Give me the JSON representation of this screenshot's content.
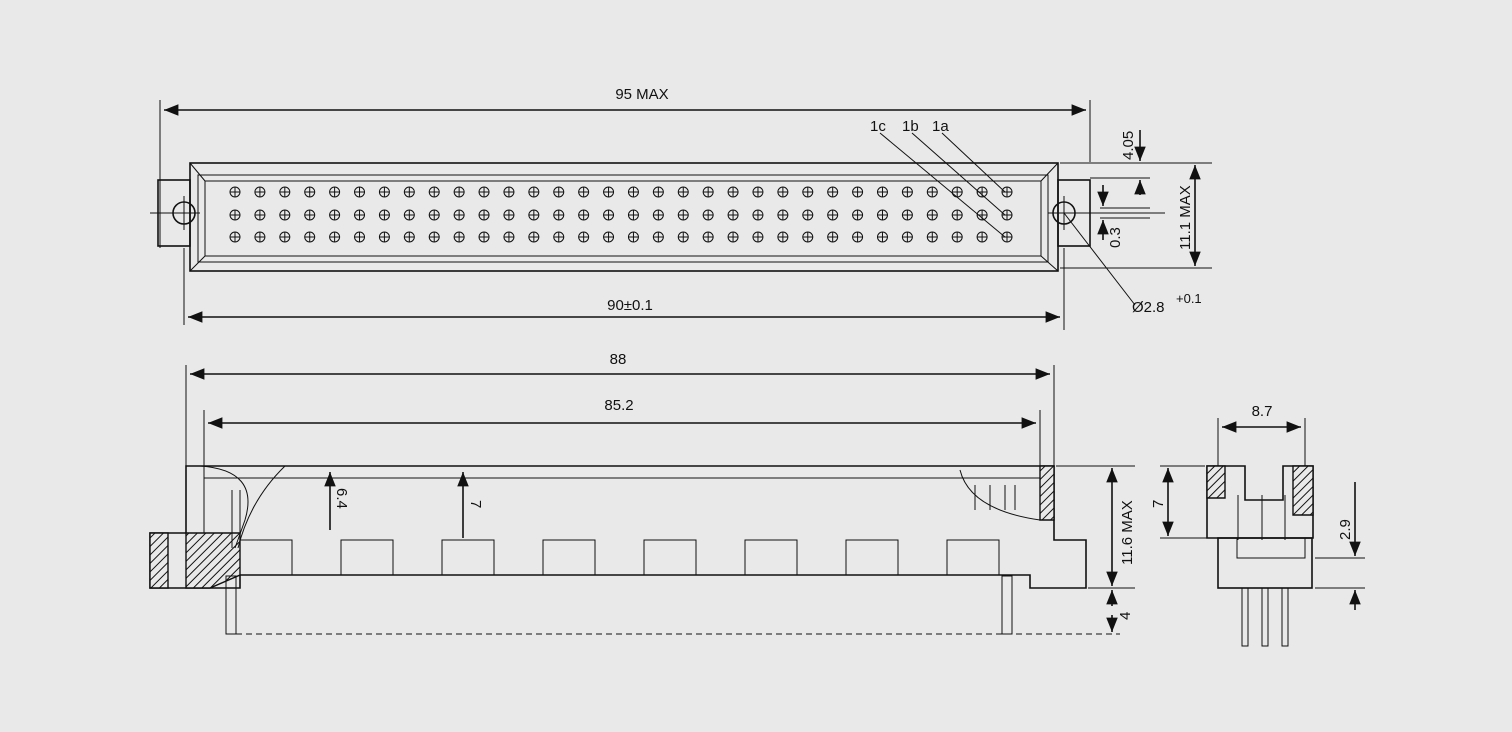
{
  "drawing": {
    "background": "#e9e9e9",
    "ink": "#111111",
    "pin_columns": 32,
    "pin_rows": [
      "a",
      "b",
      "c"
    ]
  },
  "top_view": {
    "overall_length": "95 MAX",
    "mounting_hole_pitch": "90",
    "mounting_hole_pitch_tol": "±0.1",
    "row_label_c": "1c",
    "row_label_b": "1b",
    "row_label_a": "1a",
    "hole_diameter": "Ø2.8",
    "hole_diameter_tol": "+0.1",
    "offset_top": "4.05",
    "height_max": "11.1 MAX",
    "offset_small": "0.3"
  },
  "front_view": {
    "body_length": "88",
    "housing_length": "85.2",
    "depth_small": "6.4",
    "depth_large": "7",
    "height_max": "11.6 MAX",
    "pin_length": "4"
  },
  "side_view": {
    "width": "8.7",
    "height": "7",
    "pin_offset": "2.9"
  }
}
